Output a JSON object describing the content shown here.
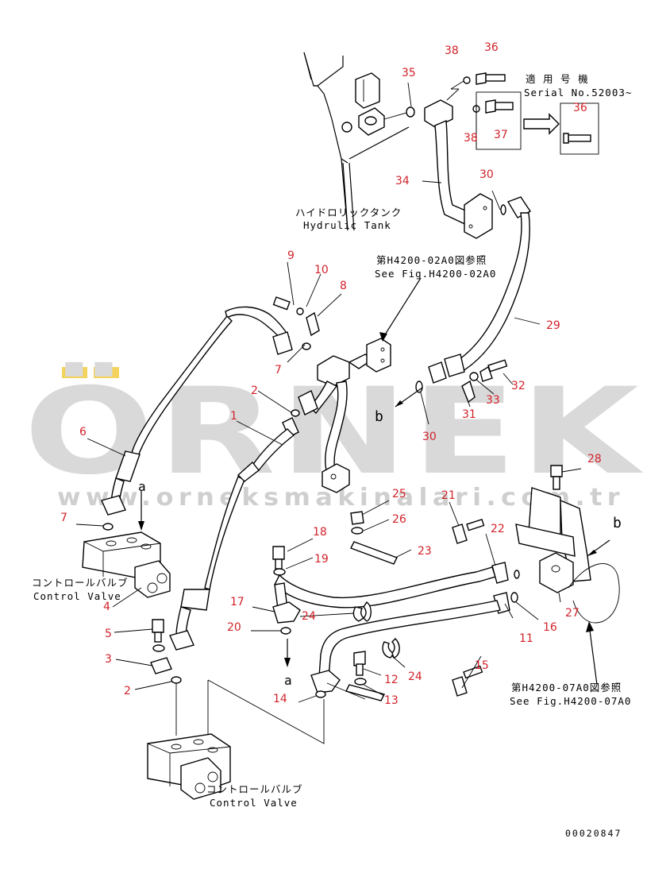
{
  "watermark": {
    "brand": "ÖRNEK",
    "url": "www.orneksmakinalari.com.tr",
    "accent_color": "#f3d35b",
    "text_color": "#d9d9d9"
  },
  "notes": {
    "serial_jp": "適 用 号 機",
    "serial_en": "Serial No.52003~",
    "tank_jp": "ハイドロリックタンク",
    "tank_en": "Hydrulic Tank",
    "fig02_jp": "第H4200-02A0図参照",
    "fig02_en": "See Fig.H4200-02A0",
    "fig07_jp": "第H4200-07A0図参照",
    "fig07_en": "See Fig.H4200-07A0",
    "cv1_jp": "コントロールバルブ",
    "cv1_en": "Control Valve",
    "cv2_jp": "コントロールバルブ",
    "cv2_en": "Control Valve",
    "arrow_a1": "a",
    "arrow_a2": "a",
    "arrow_b1": "b",
    "arrow_b2": "b",
    "drawing_number": "00020847"
  },
  "callouts": {
    "c1": "1",
    "c2a": "2",
    "c2b": "2",
    "c3": "3",
    "c4": "4",
    "c5": "5",
    "c6": "6",
    "c7a": "7",
    "c7b": "7",
    "c8": "8",
    "c9": "9",
    "c10": "10",
    "c11": "11",
    "c12": "12",
    "c13": "13",
    "c14": "14",
    "c15": "15",
    "c16": "16",
    "c17": "17",
    "c18": "18",
    "c19": "19",
    "c20": "20",
    "c21": "21",
    "c22": "22",
    "c23": "23",
    "c24a": "24",
    "c24b": "24",
    "c25": "25",
    "c26": "26",
    "c27": "27",
    "c28": "28",
    "c29": "29",
    "c30a": "30",
    "c30b": "30",
    "c31": "31",
    "c32": "32",
    "c33": "33",
    "c34": "34",
    "c35": "35",
    "c36a": "36",
    "c36b": "36",
    "c37": "37",
    "c38a": "38",
    "c38b": "38"
  }
}
